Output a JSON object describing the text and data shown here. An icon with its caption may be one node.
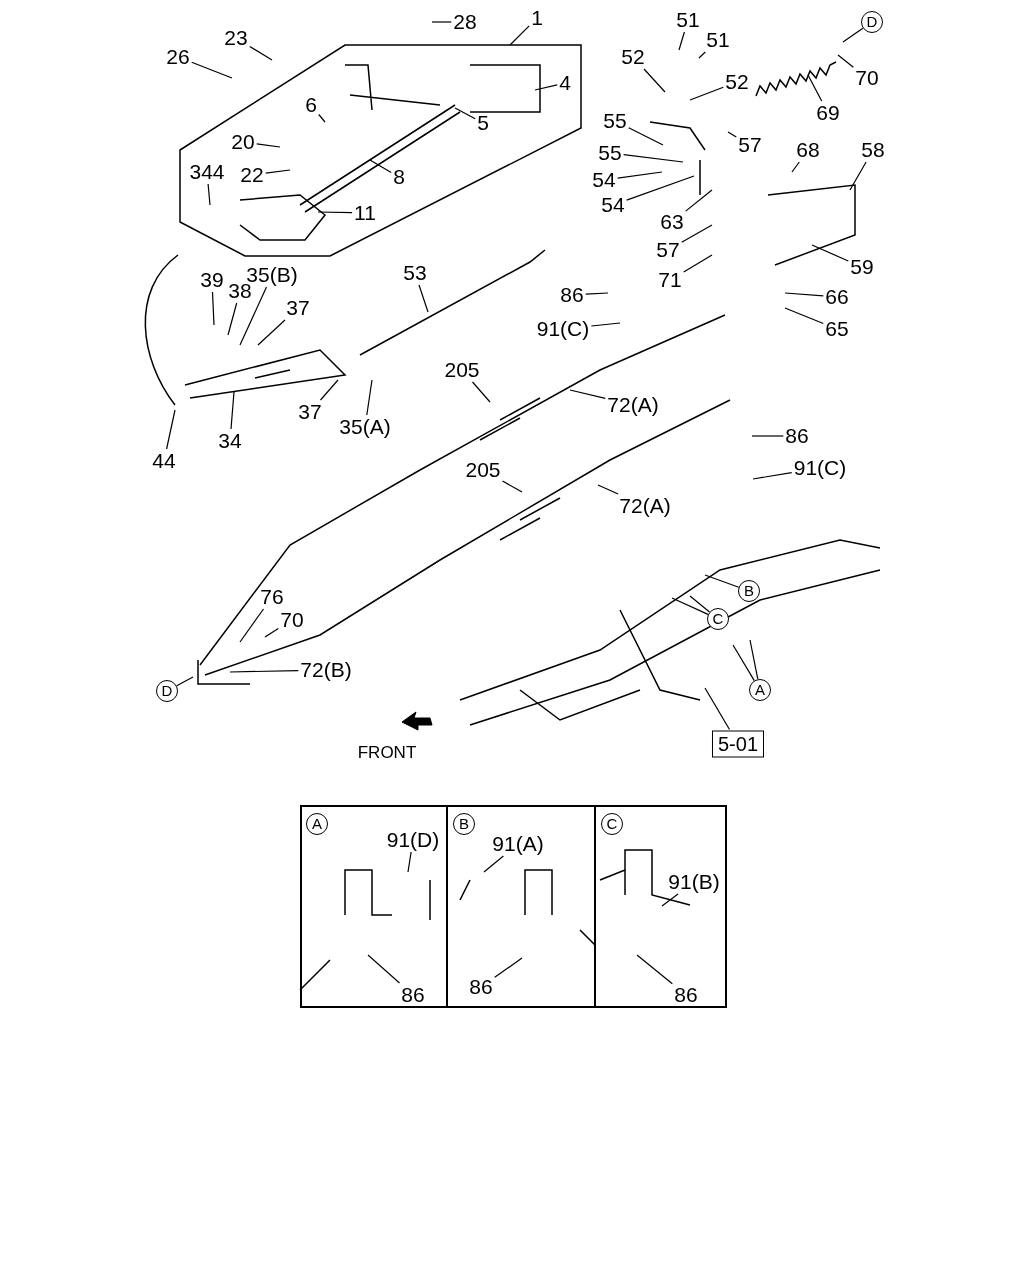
{
  "diagram": {
    "nodes": [
      {
        "text": [
          "1"
        ]
      },
      {
        "text": [
          "28"
        ]
      },
      {
        "text": [
          "23"
        ]
      },
      {
        "text": [
          "26"
        ]
      },
      {
        "text": [
          "51"
        ]
      },
      {
        "text": [
          "51"
        ]
      },
      {
        "text": [
          "D"
        ]
      },
      {
        "text": [
          "52"
        ]
      },
      {
        "text": [
          "52"
        ]
      },
      {
        "text": [
          "70"
        ]
      },
      {
        "text": [
          "4"
        ]
      },
      {
        "text": [
          "6"
        ]
      },
      {
        "text": [
          "69"
        ]
      },
      {
        "text": [
          "55"
        ]
      },
      {
        "text": [
          "5"
        ]
      },
      {
        "text": [
          "20"
        ]
      },
      {
        "text": [
          "57"
        ]
      },
      {
        "text": [
          "68"
        ]
      },
      {
        "text": [
          "58"
        ]
      },
      {
        "text": [
          "55"
        ]
      },
      {
        "text": [
          "344"
        ]
      },
      {
        "text": [
          "22"
        ]
      },
      {
        "text": [
          "8"
        ]
      },
      {
        "text": [
          "54"
        ]
      },
      {
        "text": [
          "54"
        ]
      },
      {
        "text": [
          "63"
        ]
      },
      {
        "text": [
          "11"
        ]
      },
      {
        "text": [
          "57"
        ]
      },
      {
        "text": [
          "59"
        ]
      },
      {
        "text": [
          "53"
        ]
      },
      {
        "text": [
          "71"
        ]
      },
      {
        "text": [
          "39"
        ]
      },
      {
        "text": [
          "35(B)"
        ]
      },
      {
        "text": [
          "38"
        ]
      },
      {
        "text": [
          "86"
        ]
      },
      {
        "text": [
          "66"
        ]
      },
      {
        "text": [
          "37"
        ]
      },
      {
        "text": [
          "91(C)"
        ]
      },
      {
        "text": [
          "65"
        ]
      },
      {
        "text": [
          "205"
        ]
      },
      {
        "text": [
          "72(A)"
        ]
      },
      {
        "text": [
          "37"
        ]
      },
      {
        "text": [
          "35(A)"
        ]
      },
      {
        "text": [
          "86"
        ]
      },
      {
        "text": [
          "34"
        ]
      },
      {
        "text": [
          "44"
        ]
      },
      {
        "text": [
          "91(C)"
        ]
      },
      {
        "text": [
          "205"
        ]
      },
      {
        "text": [
          "72(A)"
        ]
      },
      {
        "text": [
          "B"
        ]
      },
      {
        "text": [
          "76"
        ]
      },
      {
        "text": [
          "C"
        ]
      },
      {
        "text": [
          "70"
        ]
      },
      {
        "text": [
          "72(B)"
        ]
      },
      {
        "text": [
          "A"
        ]
      },
      {
        "text": [
          "D"
        ]
      },
      {
        "text": [
          "5-01"
        ]
      },
      {
        "text": [],
        "shape": "box"
      },
      {
        "text": [
          "A"
        ],
        "in": 57
      },
      {
        "text": [
          "91(D)"
        ],
        "in": 57
      },
      {
        "text": [
          "86"
        ],
        "in": 57
      },
      {
        "text": [],
        "shape": "box"
      },
      {
        "text": [
          "B"
        ],
        "in": 61
      },
      {
        "text": [
          "91(A)"
        ],
        "in": 61
      },
      {
        "text": [
          "86"
        ],
        "in": 61
      },
      {
        "text": [],
        "shape": "box"
      },
      {
        "text": [
          "C"
        ],
        "in": 65
      },
      {
        "text": [
          "91(B)"
        ],
        "in": 65
      },
      {
        "text": [
          "86"
        ],
        "in": 65
      }
    ],
    "edges": [
      {
        "from": 0,
        "to": null,
        "arrow": "none"
      },
      {
        "from": 1,
        "to": null,
        "arrow": "none"
      },
      {
        "from": 2,
        "to": null,
        "arrow": "none"
      },
      {
        "from": 3,
        "to": null,
        "arrow": "none"
      },
      {
        "from": 4,
        "to": null,
        "arrow": "none"
      },
      {
        "from": 5,
        "to": null,
        "arrow": "none"
      },
      {
        "from": 6,
        "to": null,
        "arrow": "none"
      },
      {
        "from": 7,
        "to": null,
        "arrow": "none"
      },
      {
        "from": 8,
        "to": null,
        "arrow": "none"
      },
      {
        "from": 9,
        "to": null,
        "arrow": "none"
      },
      {
        "from": 10,
        "to": null,
        "arrow": "none"
      },
      {
        "from": 11,
        "to": null,
        "arrow": "none"
      },
      {
        "from": 12,
        "to": null,
        "arrow": "none"
      },
      {
        "from": 13,
        "to": null,
        "arrow": "none"
      },
      {
        "from": 14,
        "to": null,
        "arrow": "none"
      },
      {
        "from": 15,
        "to": null,
        "arrow": "none"
      },
      {
        "from": 16,
        "to": null,
        "arrow": "none"
      },
      {
        "from": 17,
        "to": null,
        "arrow": "none"
      },
      {
        "from": 18,
        "to": null,
        "arrow": "none"
      },
      {
        "from": 19,
        "to": null,
        "arrow": "none"
      },
      {
        "from": 20,
        "to": null,
        "arrow": "none"
      },
      {
        "from": 21,
        "to": null,
        "arrow": "none"
      },
      {
        "from": 22,
        "to": null,
        "arrow": "none"
      },
      {
        "from": 23,
        "to": null,
        "arrow": "none"
      },
      {
        "from": 24,
        "to": null,
        "arrow": "none"
      },
      {
        "from": 25,
        "to": null,
        "arrow": "none"
      },
      {
        "from": 26,
        "to": null,
        "arrow": "none"
      },
      {
        "from": 27,
        "to": null,
        "arrow": "none"
      },
      {
        "from": 28,
        "to": null,
        "arrow": "none"
      },
      {
        "from": 29,
        "to": null,
        "arrow": "none"
      },
      {
        "from": 30,
        "to": null,
        "arrow": "none"
      },
      {
        "from": 31,
        "to": null,
        "arrow": "none"
      },
      {
        "from": 32,
        "to": null,
        "arrow": "none"
      },
      {
        "from": 33,
        "to": null,
        "arrow": "none"
      },
      {
        "from": 34,
        "to": null,
        "arrow": "none"
      },
      {
        "from": 35,
        "to": null,
        "arrow": "none"
      },
      {
        "from": 36,
        "to": null,
        "arrow": "none"
      },
      {
        "from": 37,
        "to": null,
        "arrow": "none"
      },
      {
        "from": 38,
        "to": null,
        "arrow": "none"
      },
      {
        "from": 39,
        "to": null,
        "arrow": "none"
      },
      {
        "from": 40,
        "to": null,
        "arrow": "none"
      },
      {
        "from": 41,
        "to": null,
        "arrow": "none"
      },
      {
        "from": 42,
        "to": null,
        "arrow": "none"
      },
      {
        "from": 43,
        "to": null,
        "arrow": "none"
      },
      {
        "from": 44,
        "to": null,
        "arrow": "none"
      },
      {
        "from": 45,
        "to": null,
        "arrow": "none"
      },
      {
        "from": 46,
        "to": null,
        "arrow": "none"
      },
      {
        "from": 47,
        "to": null,
        "arrow": "none"
      },
      {
        "from": 48,
        "to": null,
        "arrow": "none"
      },
      {
        "from": 49,
        "to": null,
        "arrow": "none"
      },
      {
        "from": 50,
        "to": null,
        "arrow": "none"
      },
      {
        "from": 51,
        "to": null,
        "arrow": "none"
      },
      {
        "from": 51,
        "to": null,
        "arrow": "none"
      },
      {
        "from": 52,
        "to": null,
        "arrow": "none"
      },
      {
        "from": 53,
        "to": null,
        "arrow": "none"
      },
      {
        "from": 54,
        "to": null,
        "arrow": "none"
      },
      {
        "from": 54,
        "to": null,
        "arrow": "none"
      },
      {
        "from": 55,
        "to": null,
        "arrow": "none"
      },
      {
        "from": 56,
        "to": null,
        "arrow": "none"
      },
      {
        "from": 59,
        "to": null,
        "arrow": "none"
      },
      {
        "from": 60,
        "to": null,
        "arrow": "none"
      },
      {
        "from": 63,
        "to": null,
        "arrow": "none"
      },
      {
        "from": 64,
        "to": null,
        "arrow": "none"
      },
      {
        "from": 67,
        "to": null,
        "arrow": "none"
      },
      {
        "from": 68,
        "to": null,
        "arrow": "none"
      }
    ],
    "labels": [
      "FRONT"
    ]
  }
}
